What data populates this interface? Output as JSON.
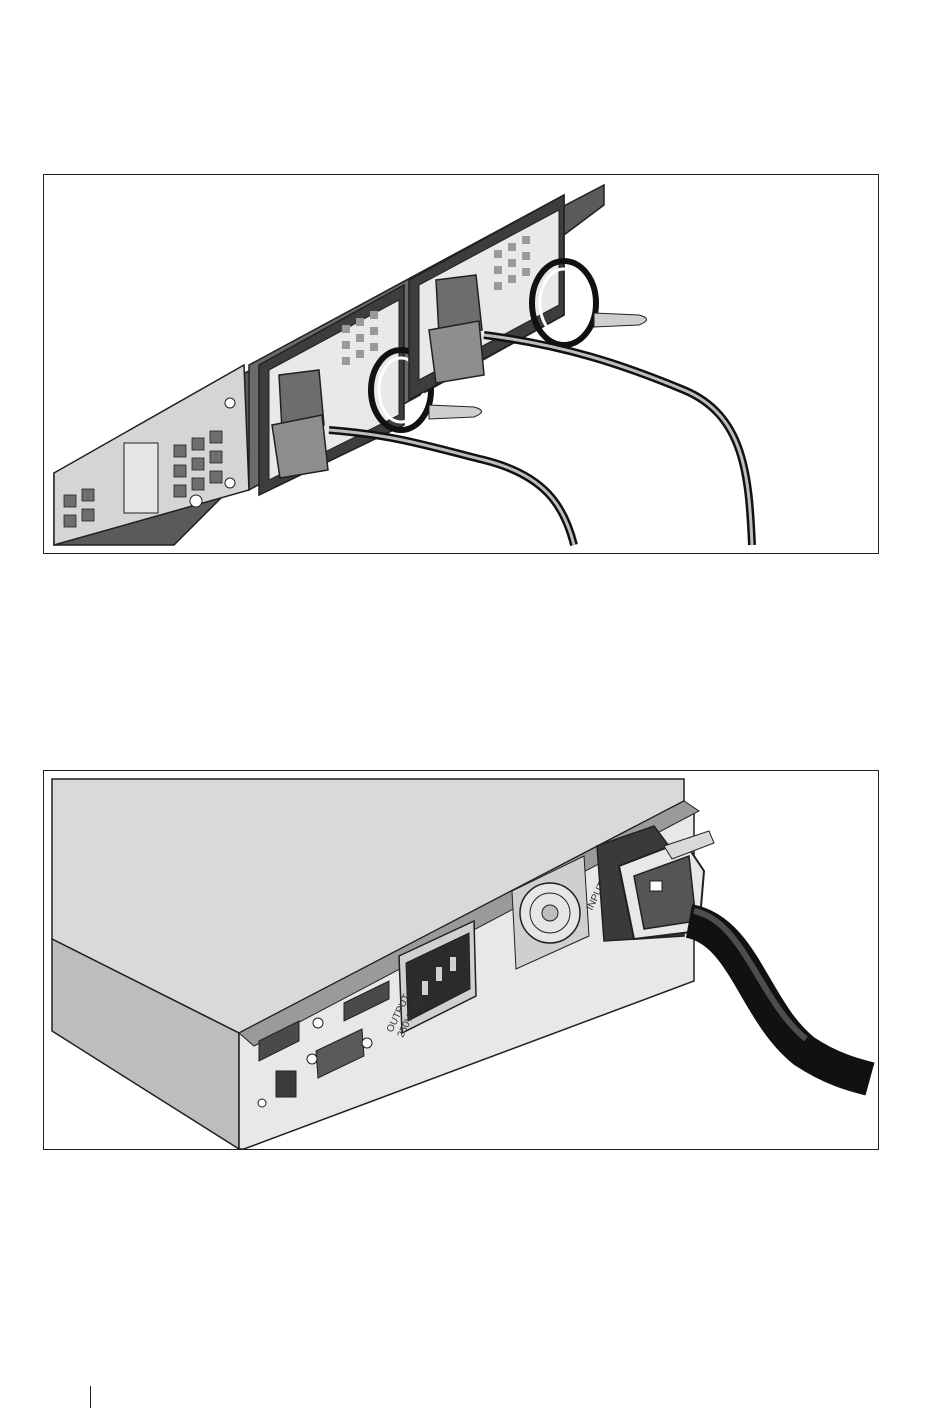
{
  "figures": [
    {
      "name": "server-power-supply-illustration",
      "ups_labels": []
    },
    {
      "name": "ups-rear-illustration",
      "output_label": "OUTPUT",
      "output_rating": "250V~10A",
      "input_label": "INPUT 220-240V"
    }
  ],
  "colors": {
    "outline": "#231f20",
    "panel_light": "#d9d9d9",
    "panel_mid": "#bdbdbd",
    "panel_dark": "#4a4a4a",
    "cable": "#111111"
  }
}
